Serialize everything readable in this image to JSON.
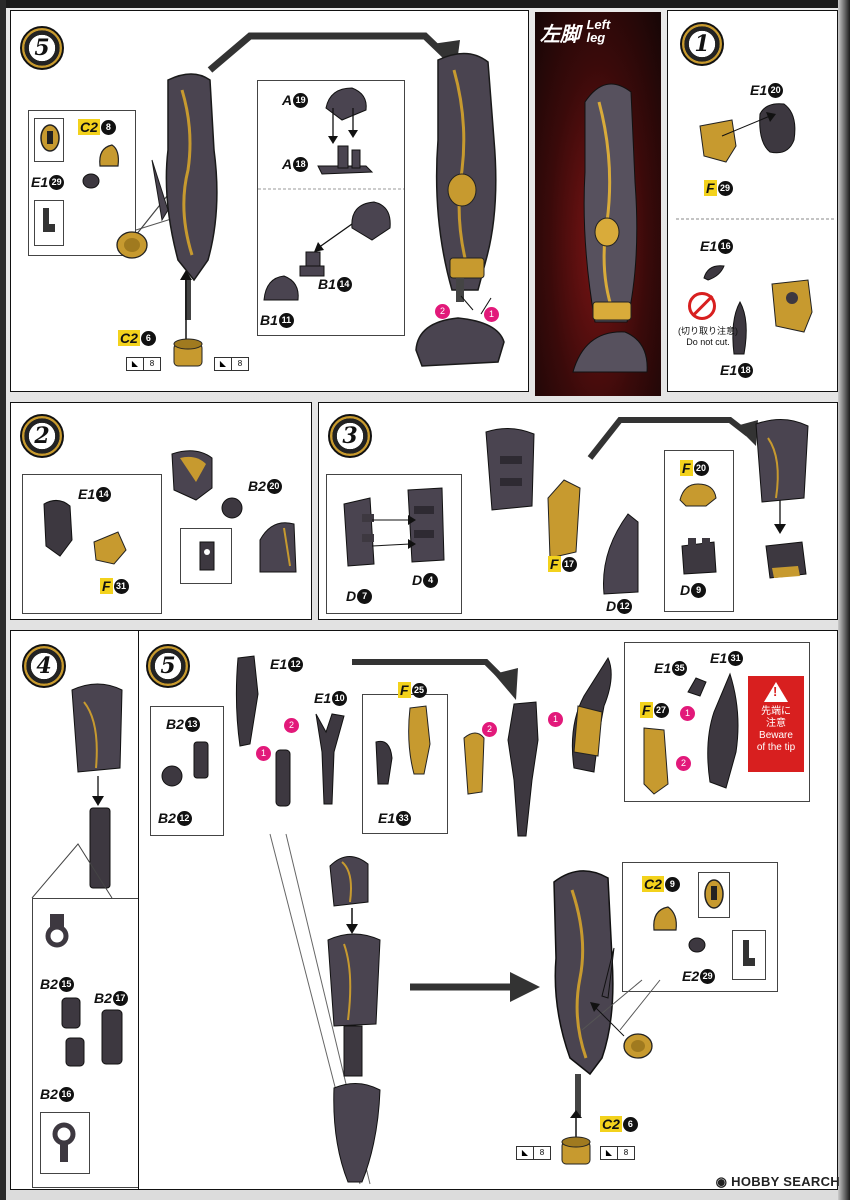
{
  "header": {
    "title_jp": "左脚",
    "title_en_1": "Left",
    "title_en_2": "leg"
  },
  "steps": {
    "s5_top": "5",
    "s1": "1",
    "s2": "2",
    "s3": "3",
    "s4": "4",
    "s5_bottom": "5"
  },
  "labels": {
    "c2_8": {
      "letter": "C2",
      "num": "8"
    },
    "e1_29": {
      "letter": "E1",
      "num": "29"
    },
    "c2_6_top": {
      "letter": "C2",
      "num": "6"
    },
    "a_19": {
      "letter": "A",
      "num": "19"
    },
    "a_18": {
      "letter": "A",
      "num": "18"
    },
    "b1_14": {
      "letter": "B1",
      "num": "14"
    },
    "b1_11": {
      "letter": "B1",
      "num": "11"
    },
    "e1_20": {
      "letter": "E1",
      "num": "20"
    },
    "f_29": {
      "letter": "F",
      "num": "29"
    },
    "e1_16": {
      "letter": "E1",
      "num": "16"
    },
    "e1_18": {
      "letter": "E1",
      "num": "18"
    },
    "e1_14": {
      "letter": "E1",
      "num": "14"
    },
    "f_31": {
      "letter": "F",
      "num": "31"
    },
    "b2_20": {
      "letter": "B2",
      "num": "20"
    },
    "d_7": {
      "letter": "D",
      "num": "7"
    },
    "d_4": {
      "letter": "D",
      "num": "4"
    },
    "f_17": {
      "letter": "F",
      "num": "17"
    },
    "d_12": {
      "letter": "D",
      "num": "12"
    },
    "f_20": {
      "letter": "F",
      "num": "20"
    },
    "d_9": {
      "letter": "D",
      "num": "9"
    },
    "b2_15": {
      "letter": "B2",
      "num": "15"
    },
    "b2_17": {
      "letter": "B2",
      "num": "17"
    },
    "b2_16": {
      "letter": "B2",
      "num": "16"
    },
    "e1_12": {
      "letter": "E1",
      "num": "12"
    },
    "b2_13": {
      "letter": "B2",
      "num": "13"
    },
    "b2_12": {
      "letter": "B2",
      "num": "12"
    },
    "e1_10": {
      "letter": "E1",
      "num": "10"
    },
    "f_25": {
      "letter": "F",
      "num": "25"
    },
    "e1_33": {
      "letter": "E1",
      "num": "33"
    },
    "e1_35": {
      "letter": "E1",
      "num": "35"
    },
    "e1_31": {
      "letter": "E1",
      "num": "31"
    },
    "f_27": {
      "letter": "F",
      "num": "27"
    },
    "c2_9": {
      "letter": "C2",
      "num": "9"
    },
    "e2_29": {
      "letter": "E2",
      "num": "29"
    },
    "c2_6_bottom": {
      "letter": "C2",
      "num": "6"
    }
  },
  "order_marks": {
    "one": "1",
    "two": "2"
  },
  "cut_tag": "8",
  "no_cut": {
    "jp": "(切り取り注意)",
    "en": "Do not cut."
  },
  "warning": {
    "jp_1": "先端に",
    "jp_2": "注意",
    "en_1": "Beware",
    "en_2": "of the tip"
  },
  "watermark": "HOBBY SEARCH",
  "colors": {
    "part_gray": "#4a4450",
    "part_gold": "#c79a2f",
    "highlight": "#f3d21c",
    "warn_red": "#d81f1f"
  }
}
